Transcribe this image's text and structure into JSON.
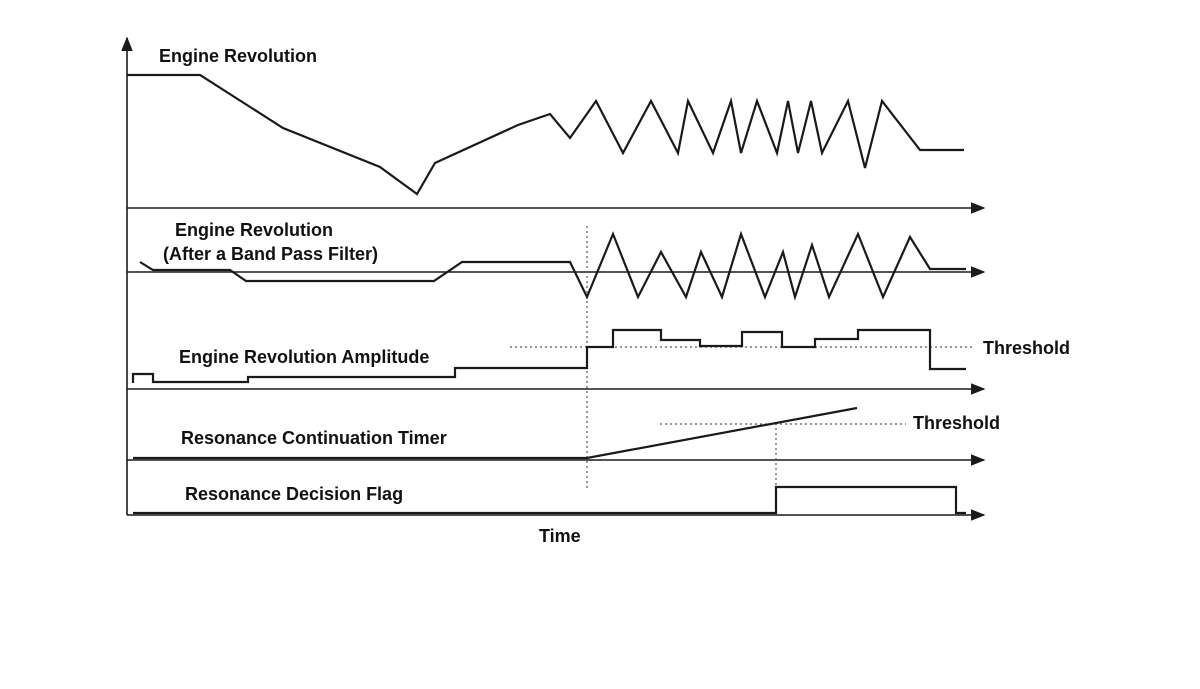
{
  "labels": {
    "engine_revolution": "Engine Revolution",
    "bandpass_line1": "Engine Revolution",
    "bandpass_line2": "(After a Band Pass Filter)",
    "amplitude": "Engine Revolution Amplitude",
    "amplitude_threshold": "Threshold",
    "timer": "Resonance Continuation Timer",
    "timer_threshold": "Threshold",
    "flag": "Resonance Decision Flag",
    "time_axis": "Time"
  },
  "colors": {
    "trace": "#1a1a1a",
    "reference": "#555555",
    "background": "#ffffff"
  }
}
